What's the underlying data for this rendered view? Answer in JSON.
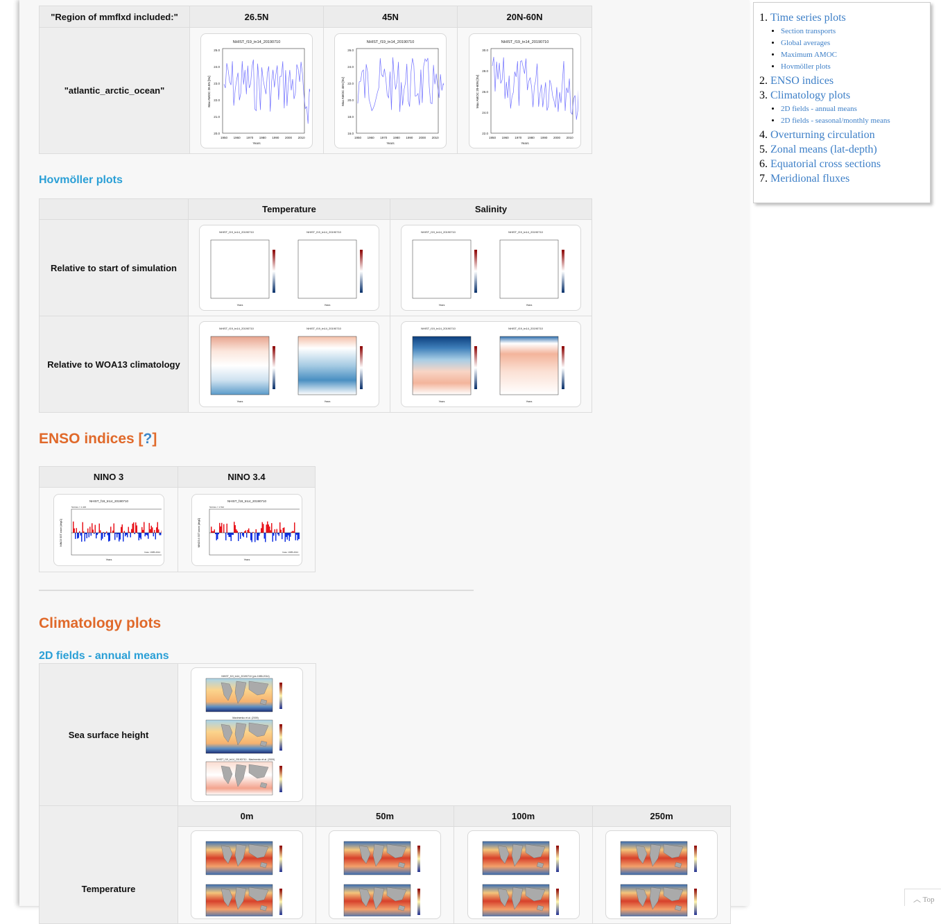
{
  "amoc_table": {
    "corner": "\"Region of mmflxd included:\"",
    "columns": [
      "26.5N",
      "45N",
      "20N-60N"
    ],
    "row_label": "\"atlantic_arctic_ocean\"",
    "plots": [
      {
        "title": "NHIST_f19_tn14_20190710",
        "ylabel": "Max AMOC 26.5N [Sv]",
        "yticks": [
          "25.0",
          "24.0",
          "23.0",
          "22.0",
          "21.0",
          "20.0"
        ]
      },
      {
        "title": "NHIST_f19_tn14_20190710",
        "ylabel": "Max AMOC 45N [Sv]",
        "yticks": [
          "26.0",
          "24.0",
          "22.0",
          "20.0",
          "18.0",
          "16.0"
        ]
      },
      {
        "title": "NHIST_f19_tn14_20190710",
        "ylabel": "Max AMOC 20-60N [Sv]",
        "yticks": [
          "30.0",
          "28.0",
          "26.0",
          "24.0",
          "22.0"
        ]
      }
    ],
    "xticks": [
      "1950",
      "1960",
      "1970",
      "1980",
      "1990",
      "2000",
      "2010"
    ],
    "xlabel": "Years"
  },
  "hovmoller": {
    "heading": "Hovmöller plots",
    "columns": [
      "Temperature",
      "Salinity"
    ],
    "rows": [
      "Relative to start of simulation",
      "Relative to WOA13 climatology"
    ],
    "plot_title": "NHIST_f19_tn14_20190710"
  },
  "enso": {
    "heading": "ENSO indices",
    "help": "?",
    "columns": [
      "NINO 3",
      "NINO 3.4"
    ],
    "plot_title": "NHIST_f19_tn14_20190710",
    "ylabels": [
      "NINO3 SST anom [degC]",
      "NINO3.4 SST anom [degC]"
    ],
    "stddev": [
      "Std dev = 1.423",
      "Std dev = 1.512"
    ],
    "base": "base: 1985-2014",
    "colors": {
      "pos": "#e8141c",
      "neg": "#1030e0"
    }
  },
  "climatology": {
    "heading": "Climatology plots",
    "subheading": "2D fields - annual means",
    "rows": [
      "Sea surface height",
      "Temperature"
    ],
    "depths": [
      "0m",
      "50m",
      "100m",
      "250m"
    ],
    "ssh_titles": [
      "NHIST_f19_tn14_20190710 (yrs 1985-2014)",
      "Maximenko et al. (2009)",
      "NHIST_f19_tn14_20190710 - Maximenko et al. (2009)"
    ]
  },
  "toc": {
    "items": [
      {
        "label": "Time series plots",
        "sub": [
          "Section transports",
          "Global averages",
          "Maximum AMOC",
          "Hovmöller plots"
        ]
      },
      {
        "label": "ENSO indices"
      },
      {
        "label": "Climatology plots",
        "sub": [
          "2D fields - annual means",
          "2D fields - seasonal/monthly means"
        ]
      },
      {
        "label": "Overturning circulation"
      },
      {
        "label": "Zonal means (lat-depth)"
      },
      {
        "label": "Equatorial cross sections"
      },
      {
        "label": "Meridional fluxes"
      }
    ]
  },
  "top_button": "Top",
  "colors": {
    "heading_orange": "#e0692a",
    "heading_blue": "#2a9fd6",
    "link": "#3d7fc7"
  }
}
